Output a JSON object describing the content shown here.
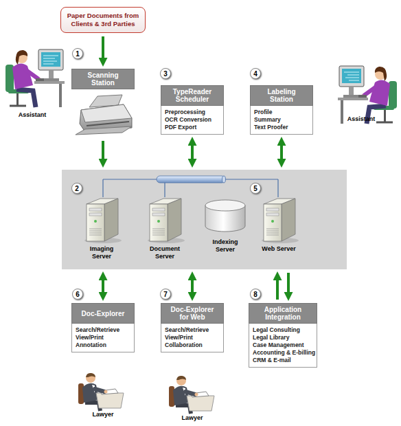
{
  "diagram": {
    "nodes": [
      {
        "text": [
          "Paper Documents from Clients & 3rd Parties"
        ]
      },
      {
        "text": [
          "Scanning Station"
        ]
      },
      {
        "text": [
          "TypeReader Scheduler",
          "Preprocessing",
          "OCR Conversion",
          "PDF Export"
        ]
      },
      {
        "text": [
          "Labeling Station",
          "Profile",
          "Summary",
          "Text Proofer"
        ]
      },
      {
        "text": []
      },
      {
        "text": [
          "Imaging Server"
        ],
        "in": 4
      },
      {
        "text": [
          "Document Server"
        ],
        "in": 4
      },
      {
        "text": [
          "Indexing Server"
        ],
        "in": 4
      },
      {
        "text": [
          "Web Server"
        ],
        "in": 4
      },
      {
        "text": [
          "Doc-Explorer",
          "Search/Retrieve",
          "View/Print",
          "Annotation"
        ]
      },
      {
        "text": [
          "Doc-Explorer for Web",
          "Search/Retrieve",
          "View/Print",
          "Collaboration"
        ]
      },
      {
        "text": [
          "Application Integration",
          "Legal Consulting",
          "Legal Library",
          "Case Management",
          "Accounting & E-billing",
          "CRM & E-mail"
        ]
      }
    ],
    "edges": [
      {
        "from": 0,
        "to": 1,
        "arrow": "to"
      },
      {
        "from": 1,
        "to": 4,
        "arrow": "to"
      },
      {
        "from": 2,
        "to": 4,
        "arrow": "both"
      },
      {
        "from": 3,
        "to": 4,
        "arrow": "both"
      },
      {
        "from": 4,
        "to": 9,
        "arrow": "both"
      },
      {
        "from": 4,
        "to": 10,
        "arrow": "both"
      },
      {
        "from": 11,
        "to": 4,
        "arrow": "to"
      },
      {
        "from": 4,
        "to": 11,
        "arrow": "to"
      }
    ],
    "labels": [
      "1",
      "Assistant",
      "3",
      "4",
      "Assistant",
      "2",
      "5",
      "6",
      "7",
      "8",
      "Lawyer",
      "Lawyer"
    ]
  }
}
